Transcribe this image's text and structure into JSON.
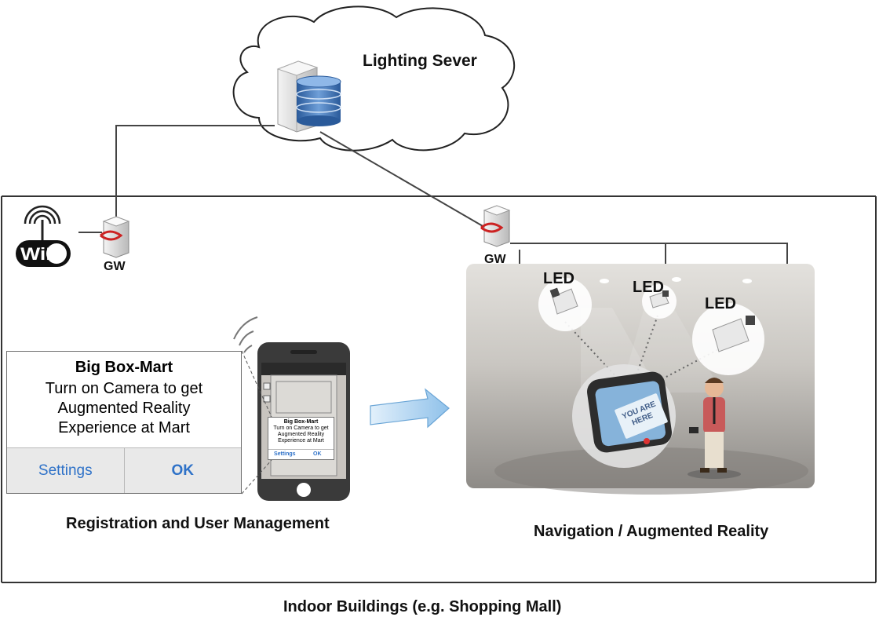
{
  "labels": {
    "server": "Lighting Sever",
    "gateway_left": "GW",
    "gateway_right": "GW",
    "led1": "LED",
    "led2": "LED",
    "led3": "LED",
    "wifi": "WiFi",
    "registration": "Registration and User Management",
    "navigation": "Navigation / Augmented Reality",
    "building": "Indoor Buildings (e.g. Shopping Mall)"
  },
  "dialog": {
    "title": "Big Box-Mart",
    "line1": "Turn on Camera to get",
    "line2": "Augmented Reality",
    "line3": "Experience at Mart",
    "settings": "Settings",
    "ok": "OK"
  },
  "ar_badge": {
    "line1": "YOU ARE",
    "line2": "HERE"
  },
  "colors": {
    "ios_blue": "#2f72c8",
    "gateway_red": "#cc2222",
    "arrow_blue": "#8fc1ea",
    "db_blue": "#3f6fb0"
  },
  "icons": [
    "cloud-icon",
    "server-icon",
    "database-icon",
    "gateway-icon",
    "wifi-icon",
    "phone-icon",
    "led-lamp-icon",
    "person-icon",
    "arrow-right-icon"
  ]
}
